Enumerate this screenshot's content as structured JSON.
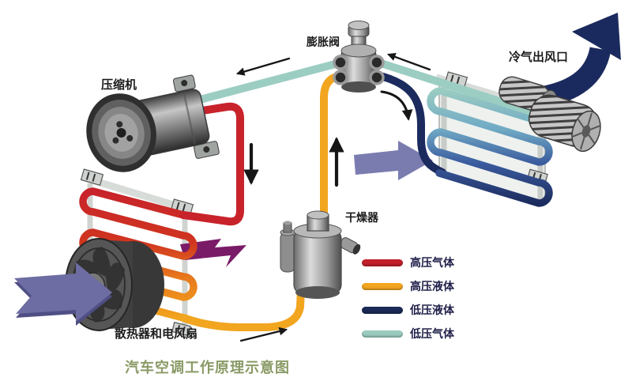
{
  "title": {
    "text": "汽车空调工作原理示意图",
    "color": "#8a9a66"
  },
  "components": {
    "compressor": "压缩机",
    "expansion_valve": "膨胀阀",
    "cold_air_outlet": "冷气出风口",
    "dryer": "干燥器",
    "radiator_fan": "散热器和电风扇"
  },
  "legend": {
    "items": [
      {
        "id": "high_pressure_gas",
        "label": "高压气体",
        "color": "#c1202b"
      },
      {
        "id": "high_pressure_liquid",
        "label": "高压液体",
        "color": "#f2a51f"
      },
      {
        "id": "low_pressure_liquid",
        "label": "低压液体",
        "color": "#1b2a56"
      },
      {
        "id": "low_pressure_gas",
        "label": "低压气体",
        "color": "#9bcabf"
      }
    ]
  },
  "colors": {
    "pipe_hp_gas": "#c8232b",
    "pipe_hp_liquid": "#f2a51f",
    "pipe_lp_liquid": "#1c2b5e",
    "pipe_lp_gas": "#9ccdc2",
    "airflow_arrow": "#6d6da3",
    "airflow_arrow_shadow": "#4f4f85",
    "evap_airflow_arrow": "#7a7cb0",
    "hot_air_arrow": "#7a1b68",
    "cold_air_big_arrow": "#1b2a5e",
    "flow_arrow_black": "#161616"
  }
}
